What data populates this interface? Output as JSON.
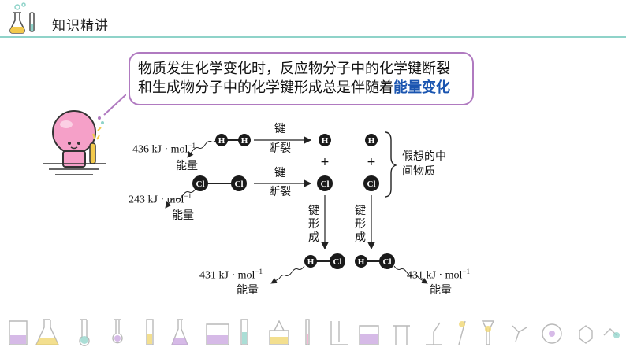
{
  "header": {
    "title": "知识精讲"
  },
  "callout": {
    "line1": "物质发生化学变化时，反应物分子中的化学键断裂",
    "line2_prefix": "和生成物分子中的化学键形成总是伴随着",
    "line2_highlight": "能量变化"
  },
  "diagram": {
    "atom_h": "H",
    "atom_cl": "Cl",
    "bond_break_1": "键",
    "bond_break_2": "断裂",
    "bond_break_3": "键",
    "bond_break_4": "断裂",
    "plus1": "+",
    "plus2": "+",
    "hypothetical_1": "假想的中",
    "hypothetical_2": "间物质",
    "form_left": [
      "键",
      "形",
      "成"
    ],
    "form_right": [
      "键",
      "形",
      "成"
    ],
    "energy_hh_value": "436 kJ · mol",
    "energy_hh_exp": "−1",
    "energy_hh_label": "能量",
    "energy_clcl_value": "243 kJ · mol",
    "energy_clcl_exp": "−1",
    "energy_clcl_label": "能量",
    "energy_hcl1_value": "431 kJ · mol",
    "energy_hcl1_exp": "−1",
    "energy_hcl1_label": "能量",
    "energy_hcl2_value": "431 kJ · mol",
    "energy_hcl2_exp": "−1",
    "energy_hcl2_label": "能量"
  },
  "colors": {
    "accent_teal": "#8fd3c9",
    "accent_purple": "#b07ac0",
    "highlight_blue": "#1a55b0"
  },
  "icons": [
    "flask-icon",
    "mascot-flask-icon",
    "lab-equipment-footer-icons"
  ]
}
